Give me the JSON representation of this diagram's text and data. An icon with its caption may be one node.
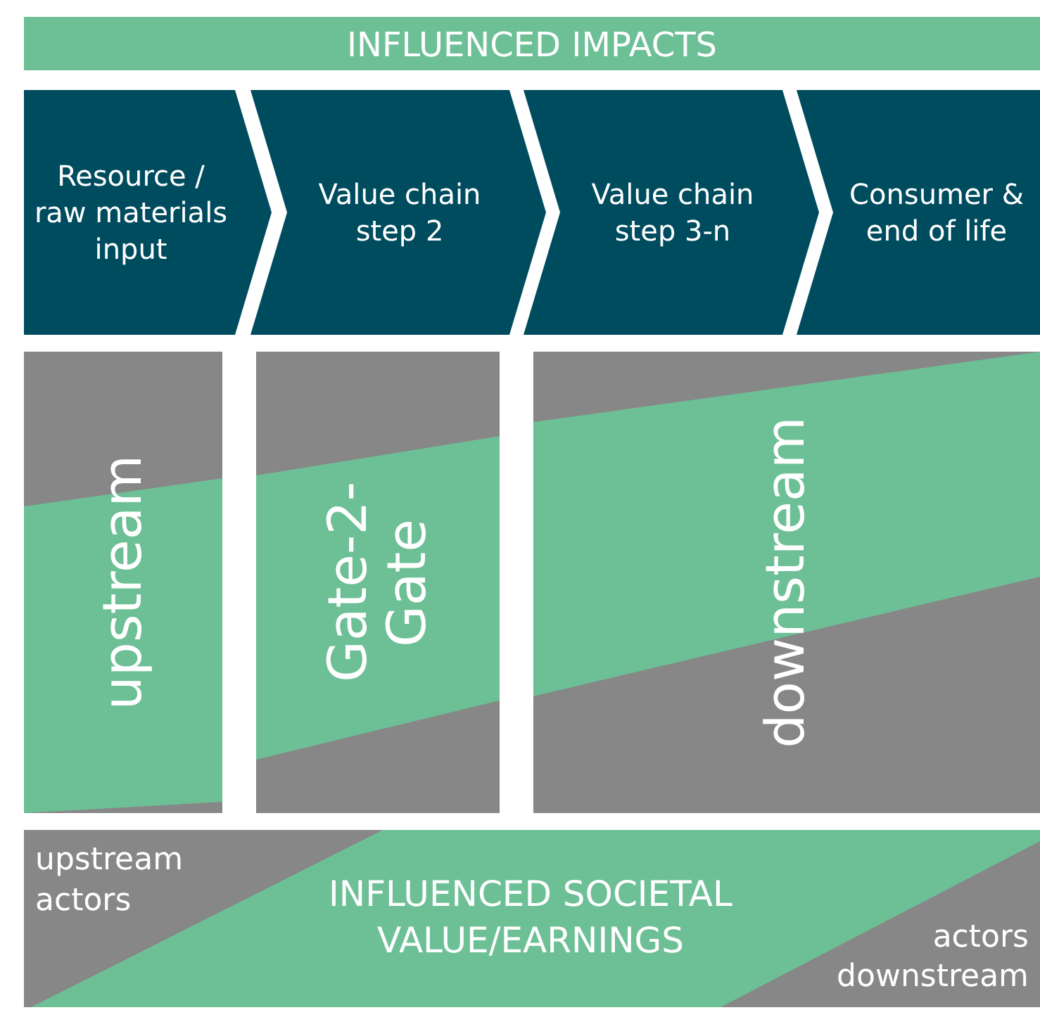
{
  "diagram": {
    "nodes": [
      {
        "text": [
          "INFLUENCED IMPACTS"
        ]
      },
      {
        "text": [
          "Resource / raw materials input"
        ]
      },
      {
        "text": [
          "Value chain step 2"
        ]
      },
      {
        "text": [
          "Value chain step 3-n"
        ]
      },
      {
        "text": [
          "Consumer & end of life"
        ]
      },
      {
        "text": [
          "upstream"
        ]
      },
      {
        "text": [
          "Gate-2-Gate"
        ]
      },
      {
        "text": [
          "downstream"
        ]
      },
      {
        "text": [
          "upstream actors",
          "INFLUENCED SOCIETAL VALUE/EARNINGS",
          "actors downstream"
        ]
      }
    ],
    "edges": []
  }
}
